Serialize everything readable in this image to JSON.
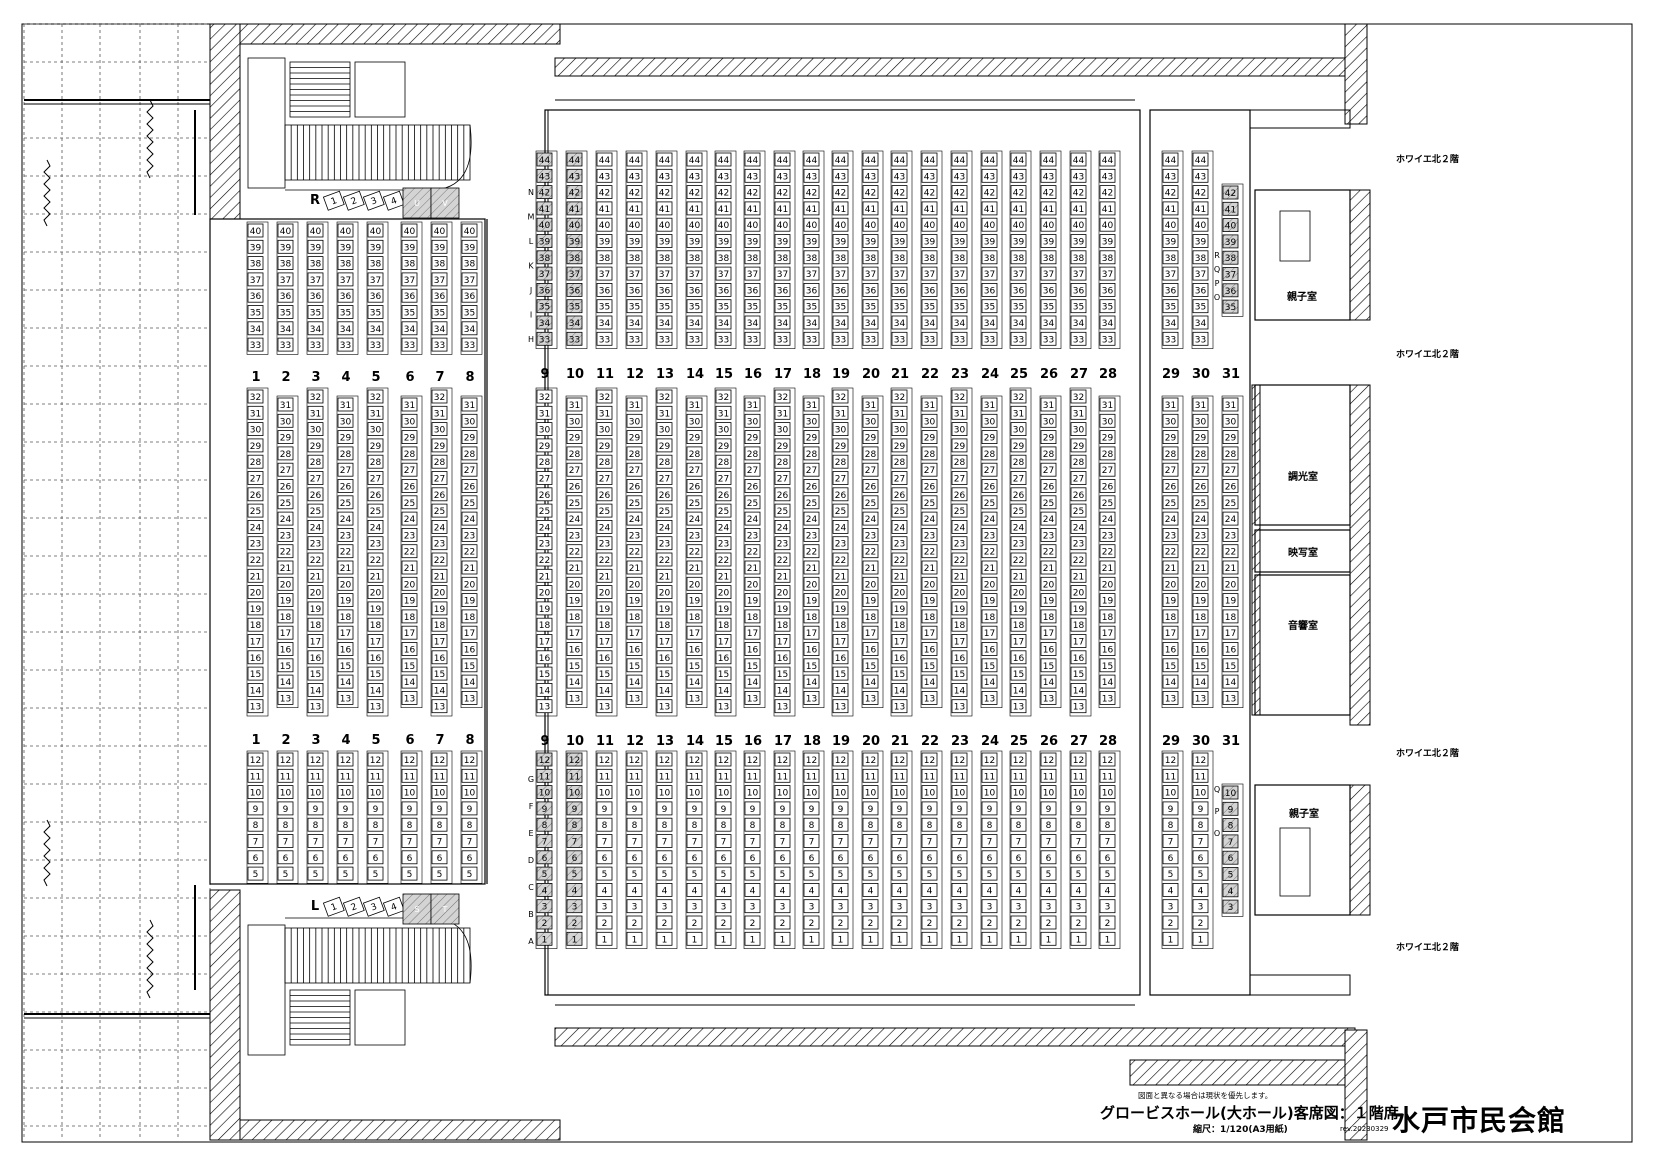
{
  "venue": "水戸市民会館",
  "hall_title": "グロービスホール(大ホール)客席図：１階席",
  "scale": "縮尺：1/120(A3用紙)",
  "revision": "rev.20230329",
  "disclaimer": "図面と異なる場合は現状を優先します。",
  "rooms": {
    "parent_child_room": "親子室",
    "dimmer_room": "調光室",
    "projection_room": "映写室",
    "sound_room": "音響室",
    "foyer": "ホワイエ北２階"
  },
  "box_seats": {
    "left_label": "L",
    "right_label": "R",
    "numbers": [
      "1",
      "2",
      "3",
      "4"
    ],
    "left_extra": [
      "S",
      "T"
    ],
    "right_extra": [
      "U",
      "V"
    ]
  },
  "front_row_letters": [
    "A",
    "B",
    "C",
    "D",
    "E",
    "F",
    "G"
  ],
  "rear_row_letters": [
    "H",
    "I",
    "J",
    "K",
    "L",
    "M",
    "N"
  ],
  "right_rear_letters": [
    "O",
    "P",
    "Q",
    "R"
  ],
  "right_front_letters": [
    "O",
    "P",
    "Q"
  ],
  "left_block_columns": [
    "1",
    "2",
    "3",
    "4",
    "5",
    "6",
    "7",
    "8"
  ],
  "center_block_columns": [
    "9",
    "10",
    "11",
    "12",
    "13",
    "14",
    "15",
    "16",
    "17",
    "18",
    "19",
    "20",
    "21",
    "22",
    "23",
    "24",
    "25",
    "26",
    "27",
    "28"
  ],
  "right_block_columns": [
    "29",
    "30",
    "31"
  ],
  "colors": {
    "line": "#000000",
    "shade": "#cfcfcf",
    "paper": "#ffffff"
  }
}
